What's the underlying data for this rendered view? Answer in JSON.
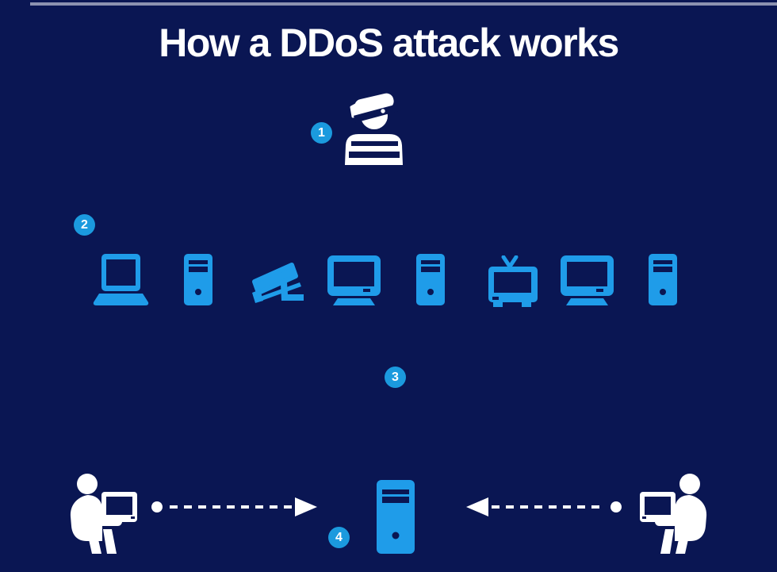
{
  "header": {
    "title": "How a DDoS attack works"
  },
  "colors": {
    "background": "#0a1653",
    "device_blue": "#1f9ce9",
    "badge_blue": "#1b9ade",
    "figure_white": "#ffffff",
    "top_rule": "#8c92b0"
  },
  "steps": [
    {
      "number": "1",
      "icon": "hacker-icon"
    },
    {
      "number": "2",
      "icon": "botnet-device-icons"
    },
    {
      "number": "3",
      "icon": "attack-traffic-area"
    },
    {
      "number": "4",
      "icon": "target-server-icon"
    }
  ],
  "botnet_devices": [
    "laptop-icon",
    "tower-pc-icon",
    "security-camera-icon",
    "desktop-computer-icon",
    "tower-pc-icon",
    "television-icon",
    "desktop-computer-icon",
    "tower-pc-icon"
  ],
  "bottom_row": {
    "left_figure": "user-at-computer-icon",
    "center": "target-server-icon",
    "right_figure": "user-at-computer-icon",
    "left_arrow_direction": "right",
    "right_arrow_direction": "left",
    "arrow_style": "dashed"
  }
}
